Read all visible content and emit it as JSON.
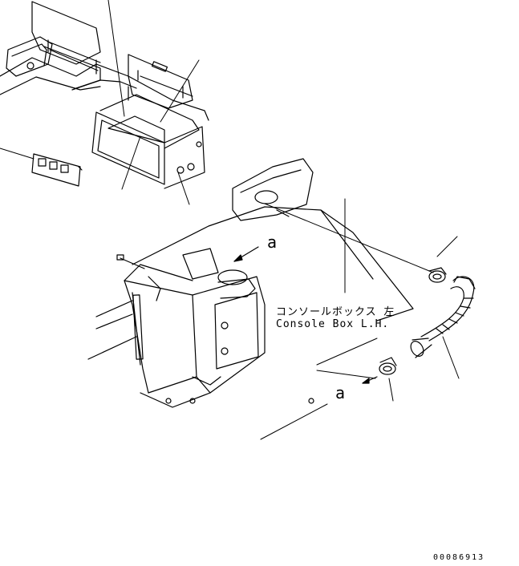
{
  "labels": {
    "console_box_jp": "コンソールボックス 左",
    "console_box_en": "Console Box L.H.",
    "ref_a_upper": "a",
    "ref_a_lower": "a",
    "drawing_number": "00086913"
  },
  "colors": {
    "line": "#000000",
    "background": "#ffffff"
  }
}
